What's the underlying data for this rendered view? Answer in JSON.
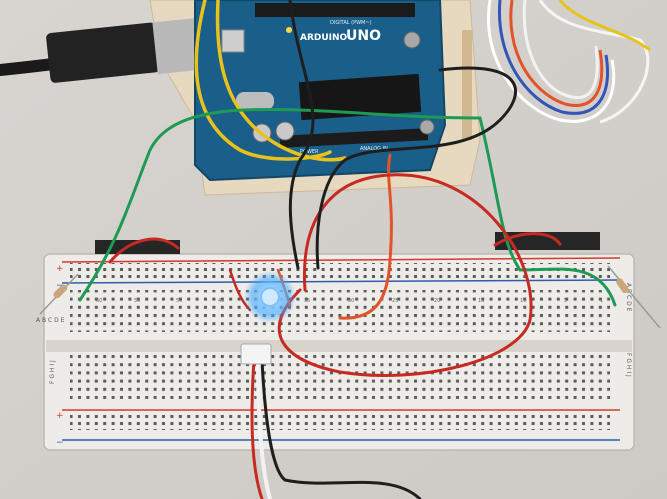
{
  "scene": {
    "board_brand": "ARDUINO",
    "board_model": "UNO",
    "board_header_label": "DIGITAL (PWM~)",
    "board_power_label": "POWER",
    "board_analog_label": "ANALOG IN",
    "breadboard_row_letters_top": "A B C D E",
    "breadboard_row_letters_bottom": "F G H I J",
    "breadboard_row_letters_right_top": "A B C D E",
    "breadboard_row_letters_right_bottom": "F G H I J",
    "column_numbers": [
      "60",
      "55",
      "50",
      "45",
      "40",
      "35",
      "30",
      "25",
      "20",
      "15",
      "10",
      "5",
      "1"
    ],
    "plus_sign": "+",
    "minus_sign": "−",
    "colors": {
      "table": "#d9d6d2",
      "board": "#1a5f8a",
      "breadboard": "#eeece8",
      "rail_red": "#d2392f",
      "rail_blue": "#2f5da8",
      "wire_green": "#1f9a55",
      "wire_orange": "#e2532a",
      "wire_red": "#c62a22",
      "wire_yellow": "#e8c21a",
      "wire_black": "#1e1e1e",
      "led_glow": "#3fa9ff"
    }
  }
}
